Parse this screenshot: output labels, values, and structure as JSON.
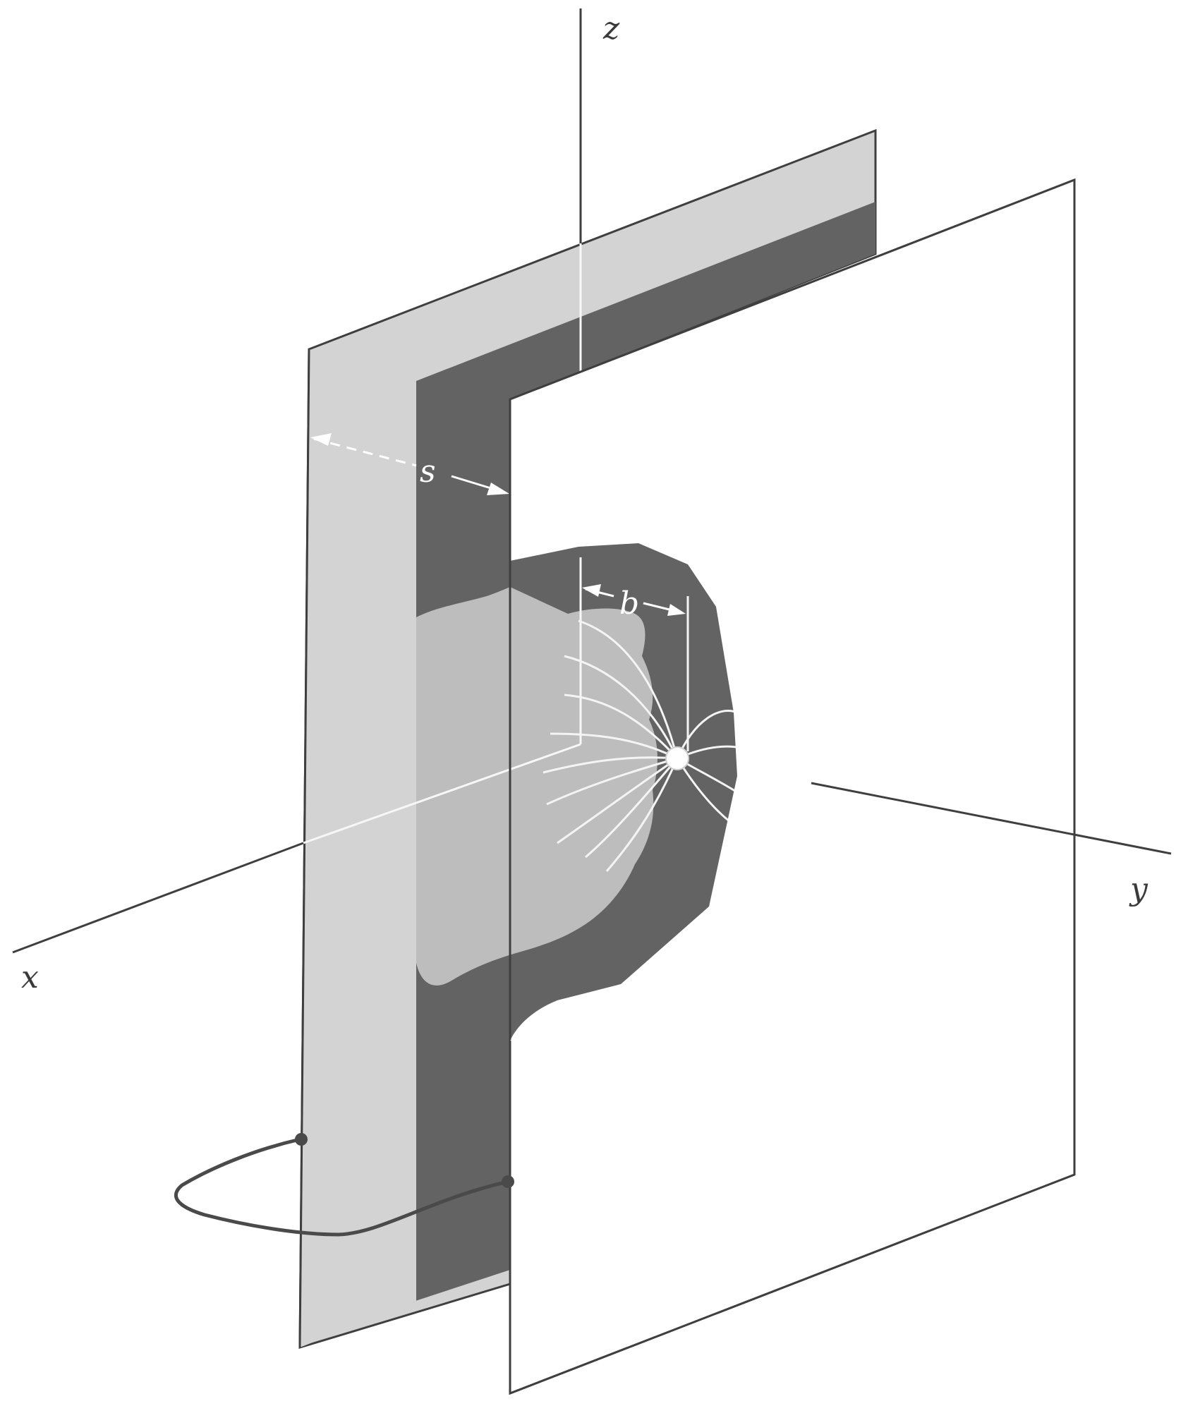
{
  "diagram": {
    "axes": {
      "x": "x",
      "y": "y",
      "z": "z"
    },
    "dimensions": {
      "separation": "s",
      "offset": "b"
    },
    "colors": {
      "plate_light": "#d3d3d3",
      "plate_dark": "#636363",
      "plate_mid": "#bdbdbd",
      "line": "#3f3f3f",
      "field_line": "#f4f4f4",
      "background": "#ffffff"
    }
  }
}
